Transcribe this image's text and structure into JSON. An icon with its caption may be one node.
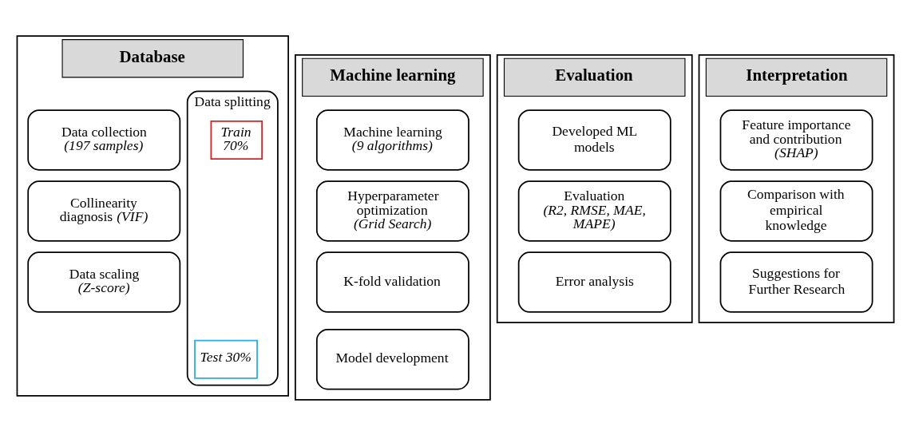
{
  "diagram": {
    "nodes": [
      {
        "text": [
          "Database"
        ]
      },
      {
        "text": [
          "Data collection",
          "(197 samples)"
        ],
        "in": 0
      },
      {
        "text": [
          "Collinearity diagnosis *(VIF)*"
        ],
        "in": 0
      },
      {
        "text": [
          "Data scaling",
          "(Z-score)"
        ],
        "in": 0
      },
      {
        "text": [
          "Data splitting"
        ],
        "in": 0
      },
      {
        "text": [
          "Test 30%"
        ],
        "in": 4
      },
      {
        "text": [
          "Train 70%"
        ],
        "in": 4
      },
      {
        "text": [
          "Machine learning"
        ]
      },
      {
        "text": [
          "Machine learning",
          "(9 algorithms)"
        ],
        "in": 7
      },
      {
        "text": [
          "Hyperparameter optimization",
          "(Grid Search)"
        ],
        "in": 7
      },
      {
        "text": [
          "K-fold validation"
        ],
        "in": 7
      },
      {
        "text": [
          "Model development"
        ],
        "in": 7
      },
      {
        "text": [
          "Evaluation"
        ]
      },
      {
        "text": [
          "Developed ML models"
        ],
        "in": 12
      },
      {
        "text": [
          "Evaluation",
          "(R2, RMSE, MAE, MAPE)"
        ],
        "in": 12
      },
      {
        "text": [
          "Error analysis"
        ],
        "in": 12
      },
      {
        "text": [
          "Interpretation"
        ]
      },
      {
        "text": [
          "Feature importance and contribution",
          "(SHAP)"
        ],
        "in": 16
      },
      {
        "text": [
          "Comparison with empirical knowledge"
        ],
        "in": 16
      },
      {
        "text": [
          "Suggestions for Further Research"
        ],
        "in": 16
      }
    ]
  }
}
